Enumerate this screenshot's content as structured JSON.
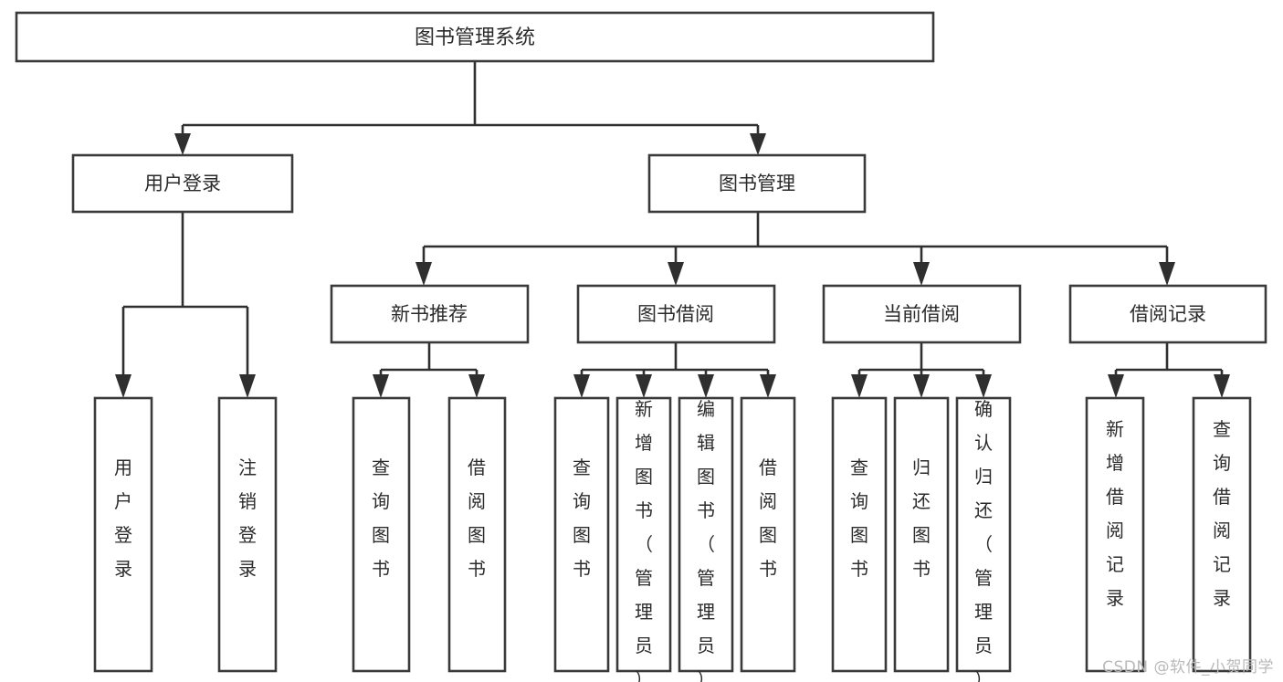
{
  "diagram": {
    "type": "tree",
    "title": "图书管理系统",
    "orientation": "top-down",
    "watermark": "CSDN @软件_小贺同学",
    "colors": {
      "background": "#ffffff",
      "box_fill": "#ffffff",
      "box_stroke": "#3a3a3a",
      "connector": "#2f2f2f",
      "text": "#2b2b2b",
      "watermark": "#b9b9b9"
    },
    "root": {
      "id": "root",
      "label": "图书管理系统"
    },
    "level2": [
      {
        "id": "user-login",
        "label": "用户登录"
      },
      {
        "id": "book-manage",
        "label": "图书管理"
      }
    ],
    "level3": [
      {
        "id": "new-book-recommend",
        "label": "新书推荐",
        "parent": "book-manage"
      },
      {
        "id": "book-borrow",
        "label": "图书借阅",
        "parent": "book-manage"
      },
      {
        "id": "current-borrow",
        "label": "当前借阅",
        "parent": "book-manage"
      },
      {
        "id": "borrow-record",
        "label": "借阅记录",
        "parent": "book-manage"
      }
    ],
    "leaves": {
      "user-login": [
        {
          "id": "leaf-user-login",
          "label": "用户登录"
        },
        {
          "id": "leaf-user-logout",
          "label": "注销登录"
        }
      ],
      "new-book-recommend": [
        {
          "id": "leaf-query-book-1",
          "label": "查询图书"
        },
        {
          "id": "leaf-borrow-book-1",
          "label": "借阅图书"
        }
      ],
      "book-borrow": [
        {
          "id": "leaf-query-book-2",
          "label": "查询图书"
        },
        {
          "id": "leaf-add-book",
          "label": "新增图书（管理员）"
        },
        {
          "id": "leaf-edit-book",
          "label": "编辑图书（管理员）"
        },
        {
          "id": "leaf-borrow-book-2",
          "label": "借阅图书"
        }
      ],
      "current-borrow": [
        {
          "id": "leaf-query-book-3",
          "label": "查询图书"
        },
        {
          "id": "leaf-return-book",
          "label": "归还图书"
        },
        {
          "id": "leaf-confirm-return",
          "label": "确认归还（管理员）"
        }
      ],
      "borrow-record": [
        {
          "id": "leaf-add-record",
          "label": "新增借阅记录"
        },
        {
          "id": "leaf-query-record",
          "label": "查询借阅记录"
        }
      ]
    }
  }
}
